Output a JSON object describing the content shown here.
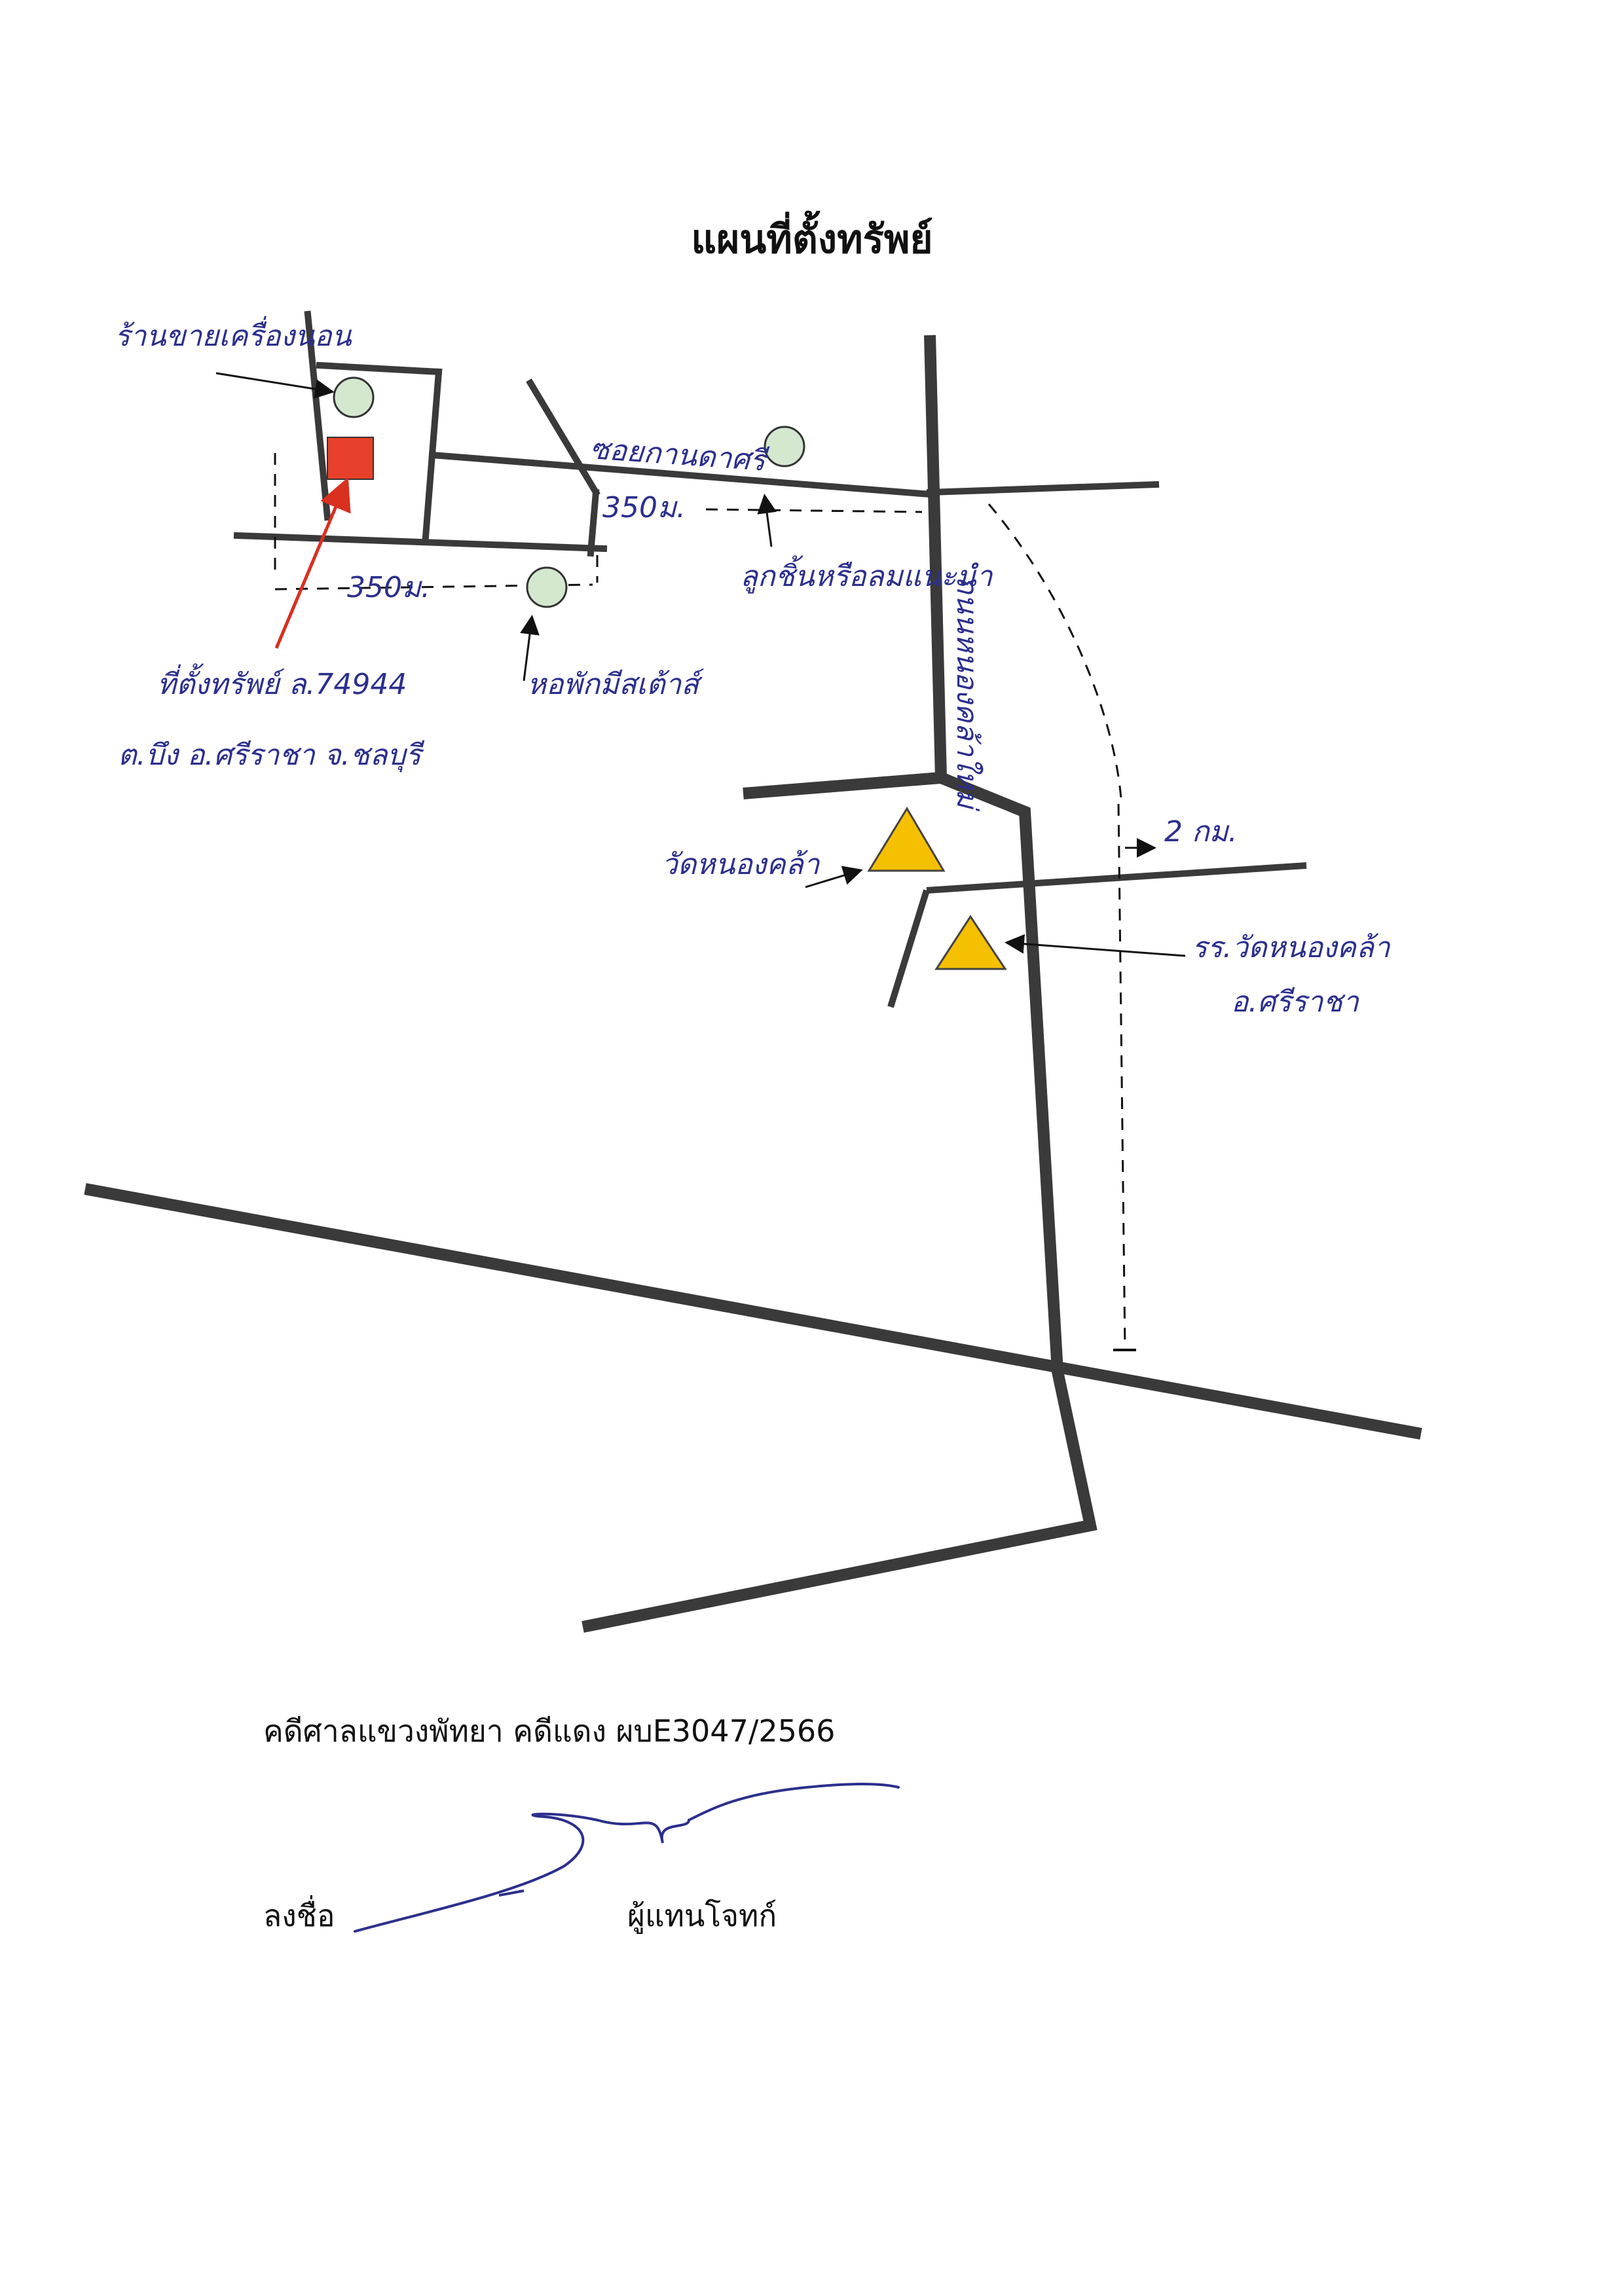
{
  "title": "แผนที่ตั้งทรัพย์",
  "map": {
    "labels": {
      "shop": "ร้านขายเครื่องนอน",
      "soi": "ซอยกานดาศรี",
      "dist_350_top": "350ม.",
      "dist_350_bottom": "350ม.",
      "market": "ลูกชิ้นหรือลมแนะนำ",
      "dorm": "หอพักมีสเต้าส์",
      "property_line1": "ที่ตั้งทรัพย์ ล.74944",
      "property_line2": "ต.บึง อ.ศรีราชา จ.ชลบุรี",
      "road_vertical": "ถนนหนองคล้าใหม่",
      "dist_2km": "2 กม.",
      "temple": "วัดหนองคล้า",
      "school_line1": "รร.วัดหนองคล้า",
      "school_line2": "อ.ศรีราชา"
    },
    "colors": {
      "road": "#3a3a3a",
      "landmark_circle": "#d4e7cf",
      "property_square": "#e8402a",
      "triangle": "#f5c000",
      "pointer_red": "#d93020",
      "handwriting": "#2c2f8c"
    }
  },
  "footer": {
    "case_text": "คดีศาลแขวงพัทยา คดีแดง ผบE3047/2566",
    "sign_label": "ลงชื่อ",
    "sign_role": "ผู้แทนโจทก์"
  }
}
